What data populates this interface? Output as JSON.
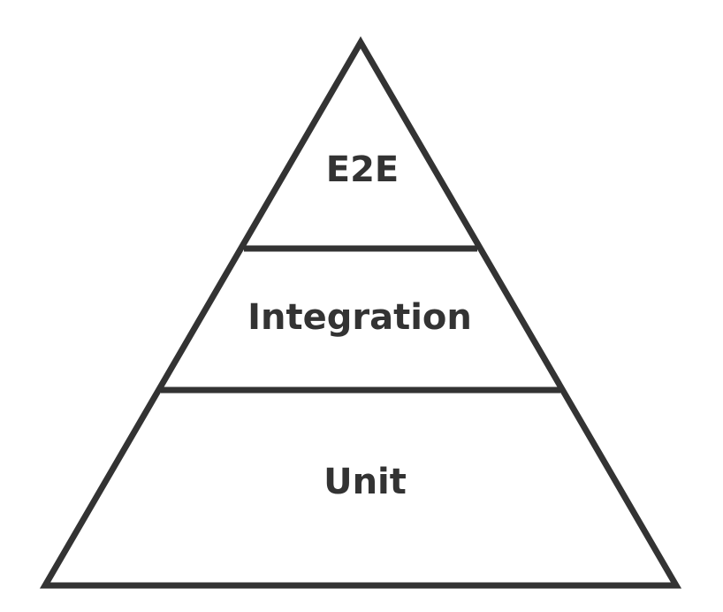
{
  "diagram": {
    "colors": {
      "stroke": "#333333",
      "text": "#333333",
      "background": "#ffffff"
    },
    "layers": [
      {
        "label": "E2E"
      },
      {
        "label": "Integration"
      },
      {
        "label": "Unit"
      }
    ]
  }
}
